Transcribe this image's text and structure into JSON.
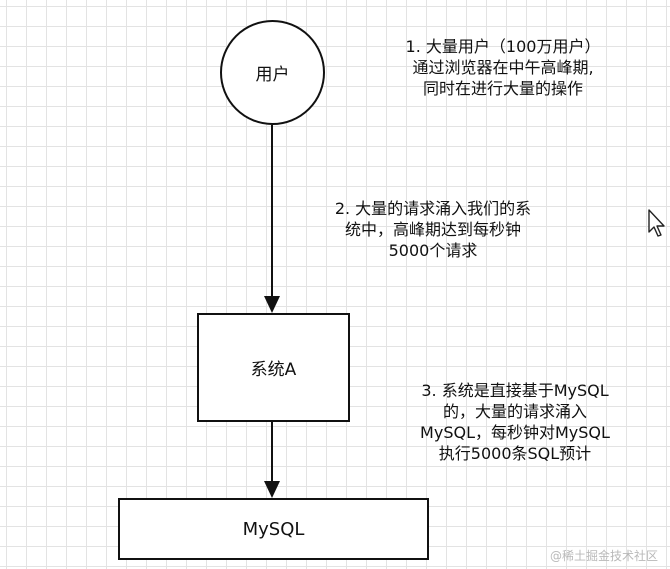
{
  "nodes": {
    "user": "用户",
    "system": "系统A",
    "database": "MySQL"
  },
  "annotations": {
    "note1": [
      "1. 大量用户（100万用户）",
      "通过浏览器在中午高峰期,",
      "同时在进行大量的操作"
    ],
    "note2": [
      "2. 大量的请求涌入我们的系",
      "统中，高峰期达到每秒钟",
      "5000个请求"
    ],
    "note3": [
      "3. 系统是直接基于MySQL",
      "的，大量的请求涌入",
      "MySQL，每秒钟对MySQL",
      "执行5000条SQL预计"
    ]
  },
  "watermark": "@稀土掘金技术社区",
  "colors": {
    "stroke": "#111111",
    "grid": "#e3e3e3",
    "background": "#ffffff"
  },
  "icons": {
    "cursor": "mouse-pointer-icon"
  }
}
